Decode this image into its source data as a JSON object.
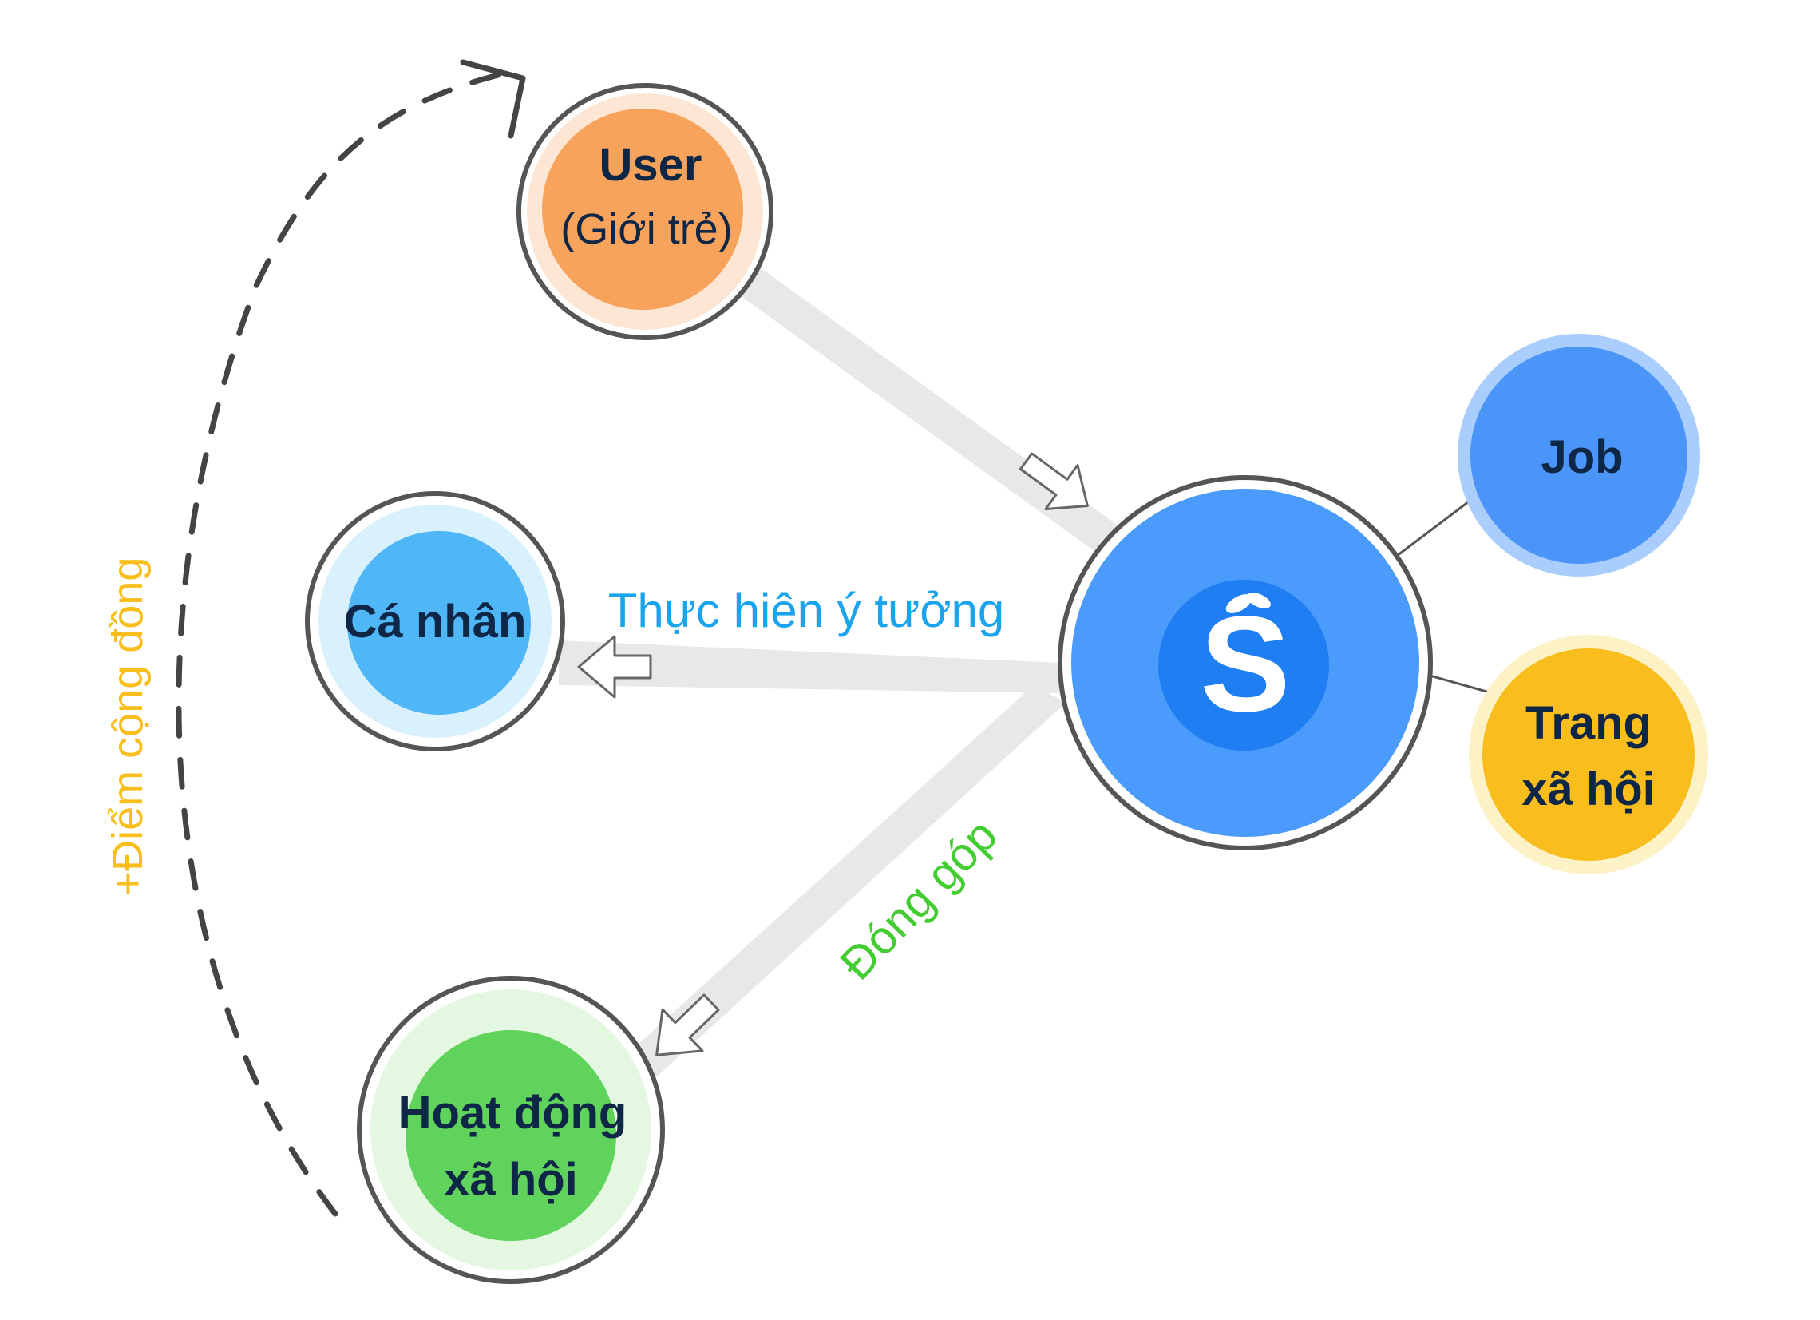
{
  "nodes": {
    "user": {
      "title": "User",
      "subtitle": "(Giới trẻ)",
      "color": "#f7a35c",
      "halo": "#fde7d4"
    },
    "ca_nhan": {
      "title": "Cá nhân",
      "color": "#4fb6f7",
      "halo": "#d9f0fd"
    },
    "hoat_dong": {
      "line1": "Hoạt động",
      "line2": "xã hội",
      "color": "#5fd35b",
      "halo": "#e3f7e1"
    },
    "hub": {
      "logo_text": "S",
      "color": "#4a9bfb",
      "inner": "#1e7ef2"
    },
    "job": {
      "title": "Job",
      "color": "#4a95f7"
    },
    "trang": {
      "line1": "Trang",
      "line2": "xã hội",
      "color": "#f9be1e"
    }
  },
  "edges": {
    "thuc_hien": {
      "label": "Thực hiên ý tưởng",
      "color": "#1ba4ee"
    },
    "dong_gop": {
      "label": "Đóng góp",
      "color": "#44cc33"
    },
    "diem_cong": {
      "label": "+Điểm cộng đồng",
      "color": "#f9bd1c"
    }
  },
  "colors": {
    "arrow_band": "#e8e8ea",
    "ring": "#555555",
    "dash": "#444444"
  }
}
